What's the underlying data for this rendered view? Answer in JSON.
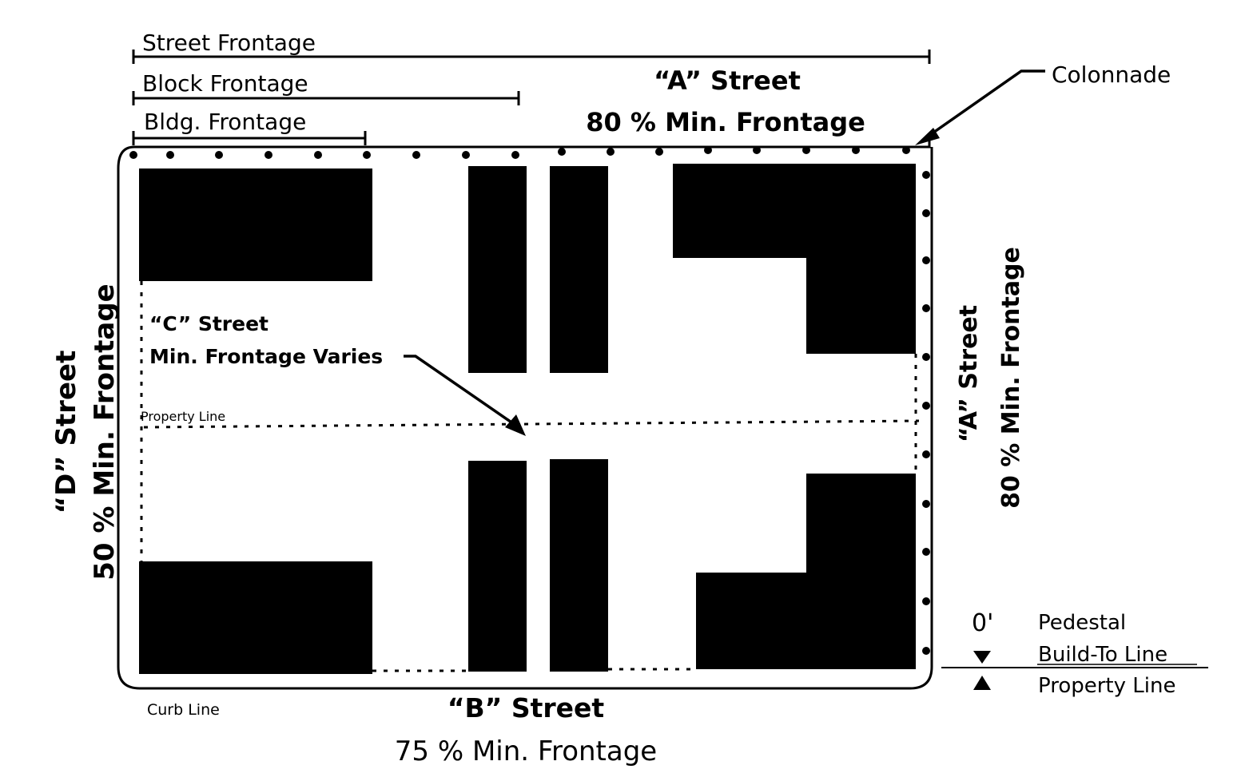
{
  "labels": {
    "street_frontage": "Street Frontage",
    "block_frontage": "Block Frontage",
    "bldg_frontage": "Bldg. Frontage",
    "a_street_top": "“A” Street",
    "a_street_top_min": "80 % Min. Frontage",
    "colonnade": "Colonnade",
    "c_street": "“C” Street",
    "c_street_min": "Min. Frontage Varies",
    "property_line_inner": "Property Line",
    "d_street": "“D” Street",
    "d_street_min": "50 % Min. Frontage",
    "a_street_right": "“A” Street",
    "a_street_right_min": "80 % Min. Frontage",
    "b_street": "“B” Street",
    "b_street_min": "75 % Min. Frontage",
    "curb_line": "Curb Line",
    "legend_zero": "0'",
    "legend_pedestal": "Pedestal",
    "legend_build_to": "Build-To Line",
    "legend_property": "Property Line"
  },
  "colors": {
    "ink": "#000000",
    "background": "#ffffff"
  }
}
